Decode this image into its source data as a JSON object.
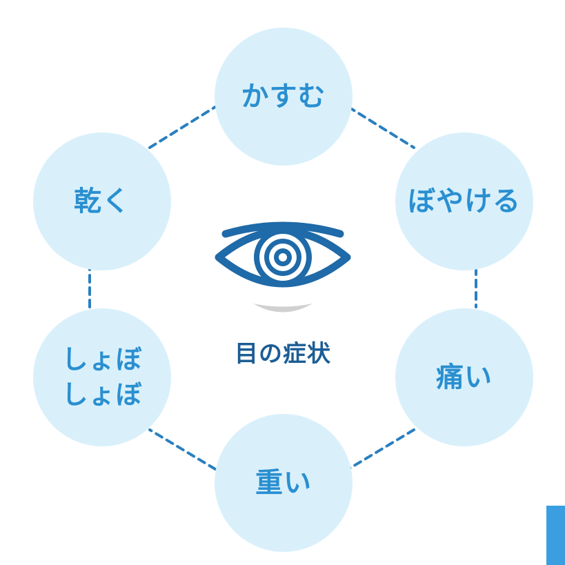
{
  "center": {
    "title": "目の症状",
    "icon": "eye-icon"
  },
  "symptoms": [
    {
      "label": "かすむ"
    },
    {
      "label": "ぼやける"
    },
    {
      "label": "痛い"
    },
    {
      "label": "重い"
    },
    {
      "label": "しょぼ\nしょぼ"
    },
    {
      "label": "乾く"
    }
  ],
  "colors": {
    "node_fill": "#d9f0fb",
    "node_text": "#2a8fd0",
    "connector": "#2a7fbf",
    "eye": "#1f6aa8",
    "center_text": "#1c5d95",
    "shadow": "#d0d0d0",
    "corner_tab": "#3a9ee0"
  }
}
